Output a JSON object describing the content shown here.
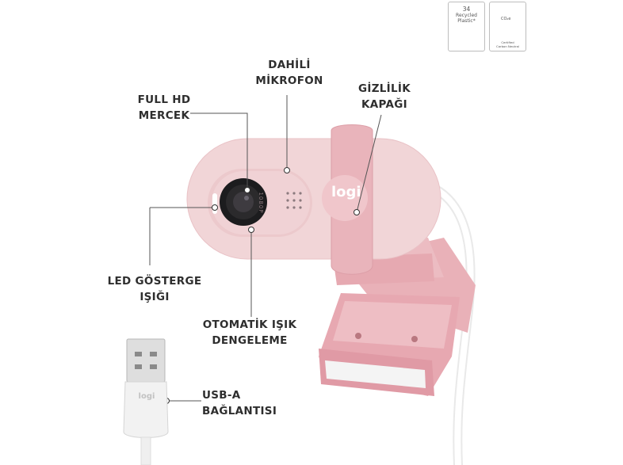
{
  "labels": {
    "microphone": [
      "DAHİLİ",
      "MİKROFON"
    ],
    "lens": [
      "FULL HD",
      "MERCEK"
    ],
    "privacy": [
      "GİZLİLİK",
      "KAPAĞI"
    ],
    "led": [
      "LED GÖSTERGE",
      "IŞIĞI"
    ],
    "light_balance": [
      "OTOMATİK IŞIK",
      "DENGELEME"
    ],
    "usb": [
      "USB-A",
      "BAĞLANTISI"
    ]
  },
  "badges": {
    "recycled": [
      "34",
      "Recycled",
      "Plastic*"
    ],
    "carbon": [
      "Certified",
      "Carbon Neutral"
    ],
    "carbon_symbol": "CO₂e"
  },
  "product": {
    "brand": "logi",
    "resolution_mark": "1080P"
  },
  "colors": {
    "camera_body": "#f0d3d5",
    "pink_dark": "#e5a5ae",
    "pink_mid": "#eab6bd",
    "lens_dark": "#1c1c1e",
    "callout_line": "#555555",
    "cable": "#f5f5f5"
  }
}
